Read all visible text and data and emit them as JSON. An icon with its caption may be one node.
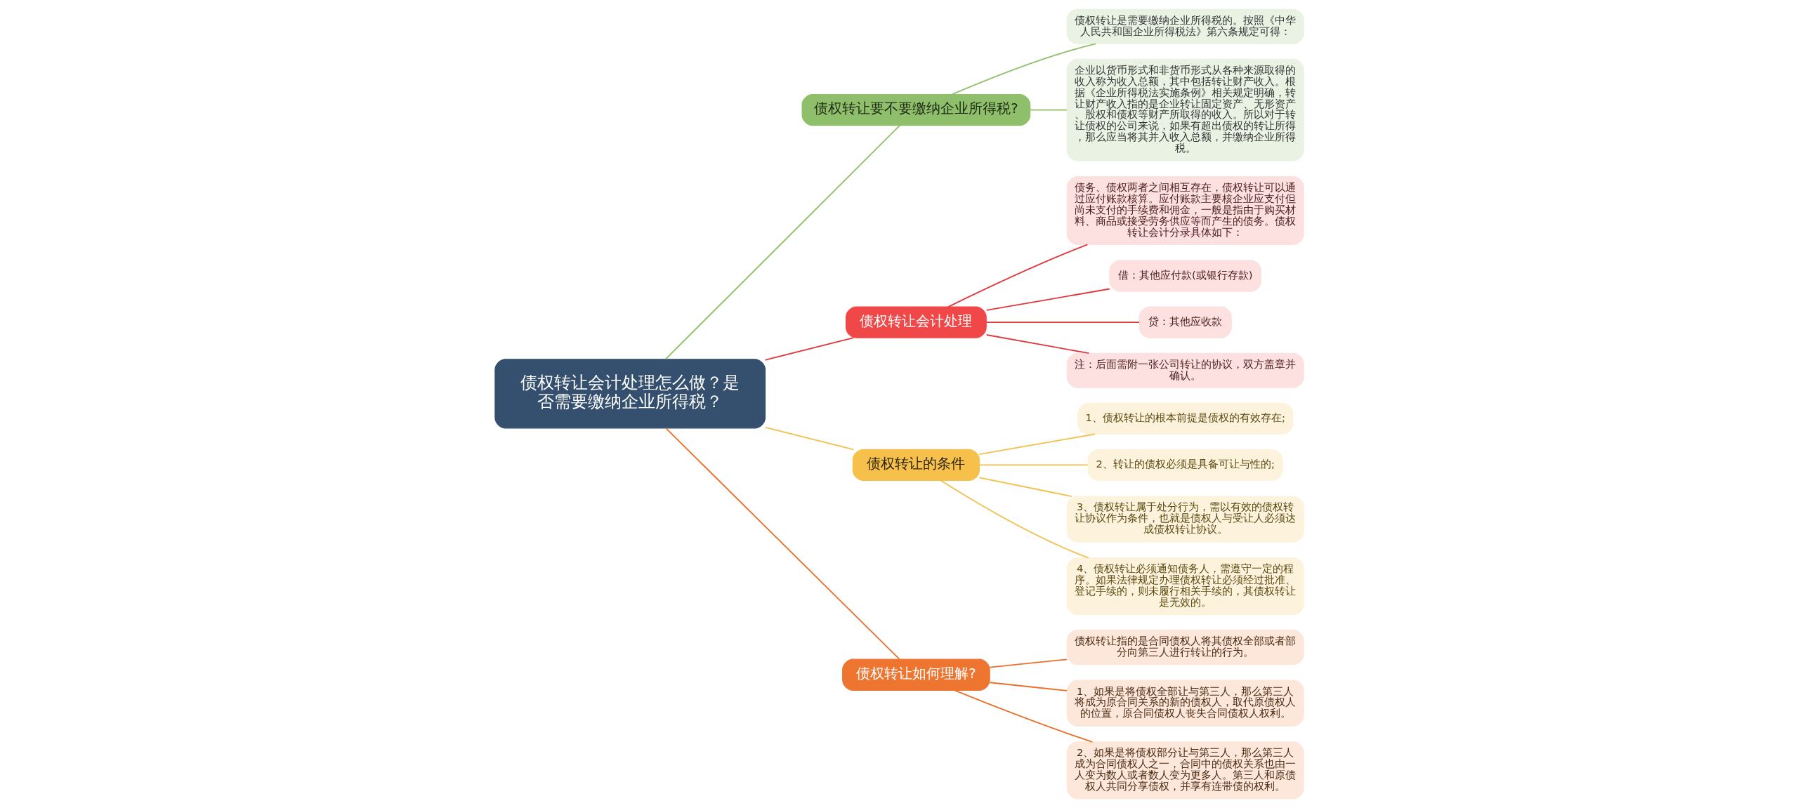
{
  "diagram": {
    "nodes": [
      {
        "text": [
          "债权转让会计处理怎么做？是否需要缴纳企业所得税？"
        ]
      },
      {
        "text": [
          "债权转让要不要缴纳企业所得税?"
        ]
      },
      {
        "text": [
          "债权转让是需要缴纳企业所得税的。按照《中华人民共和国企业所得税法》第六条规定可得："
        ]
      },
      {
        "text": [
          "企业以货币形式和非货币形式从各种来源取得的收入称为收入总额，其中包括转让财产收入。根据《企业所得税法实施条例》相关规定明确，转让财产收入指的是企业转让固定资产、无形资产、股权和债权等财产所取得的收入。所以对于转让债权的公司来说，如果有超出债权的转让所得，那么应当将其并入收入总额，并缴纳企业所得税。"
        ]
      },
      {
        "text": [
          "债权转让会计处理"
        ]
      },
      {
        "text": [
          "债务、债权两者之间相互存在，债权转让可以通过应付账款核算。应付账款主要核企业应支付但尚未支付的手续费和佣金，一般是指由于购买材料、商品或接受劳务供应等而产生的债务。债权转让会计分录具体如下："
        ]
      },
      {
        "text": [
          "借：其他应付款(或银行存款)"
        ]
      },
      {
        "text": [
          "贷：其他应收款"
        ]
      },
      {
        "text": [
          "注：后面需附一张公司转让的协议，双方盖章并确认。"
        ]
      },
      {
        "text": [
          "债权转让的条件"
        ]
      },
      {
        "text": [
          "1、债权转让的根本前提是债权的有效存在;"
        ]
      },
      {
        "text": [
          "2、转让的债权必须是具备可让与性的;"
        ]
      },
      {
        "text": [
          "3、债权转让属于处分行为，需以有效的债权转让协议作为条件，也就是债权人与受让人必须达成债权转让协议。"
        ]
      },
      {
        "text": [
          "4、债权转让必须通知债务人，需遵守一定的程序。如果法律规定办理债权转让必须经过批准、登记手续的，则未履行相关手续的，其债权转让是无效的。"
        ]
      },
      {
        "text": [
          "债权转让如何理解?"
        ]
      },
      {
        "text": [
          "债权转让指的是合同债权人将其债权全部或者部分向第三人进行转让的行为。"
        ]
      },
      {
        "text": [
          "1、如果是将债权全部让与第三人，那么第三人将成为原合同关系的新的债权人，取代原债权人的位置，原合同债权人丧失合同债权人权利。"
        ]
      },
      {
        "text": [
          "2、如果是将债权部分让与第三人，那么第三人成为合同债权人之一，合同中的债权关系也由一人变为数人或者数人变为更多人。第三人和原债权人共同分享债权，并享有连带债的权利。"
        ]
      }
    ],
    "edges": [
      {
        "from": 0,
        "to": 1,
        "arrow": "none",
        "color": "#8fbf6a"
      },
      {
        "from": 1,
        "to": 2,
        "arrow": "none",
        "color": "#8fbf6a"
      },
      {
        "from": 1,
        "to": 3,
        "arrow": "none",
        "color": "#8fbf6a"
      },
      {
        "from": 0,
        "to": 4,
        "arrow": "none",
        "color": "#e0393e"
      },
      {
        "from": 4,
        "to": 5,
        "arrow": "none",
        "color": "#e0393e"
      },
      {
        "from": 4,
        "to": 6,
        "arrow": "none",
        "color": "#e0393e"
      },
      {
        "from": 4,
        "to": 7,
        "arrow": "none",
        "color": "#e0393e"
      },
      {
        "from": 4,
        "to": 8,
        "arrow": "none",
        "color": "#e0393e"
      },
      {
        "from": 0,
        "to": 9,
        "arrow": "none",
        "color": "#f2c04c"
      },
      {
        "from": 9,
        "to": 10,
        "arrow": "none",
        "color": "#f2c04c"
      },
      {
        "from": 9,
        "to": 11,
        "arrow": "none",
        "color": "#f2c04c"
      },
      {
        "from": 9,
        "to": 12,
        "arrow": "none",
        "color": "#f2c04c"
      },
      {
        "from": 9,
        "to": 13,
        "arrow": "none",
        "color": "#f2c04c"
      },
      {
        "from": 0,
        "to": 14,
        "arrow": "none",
        "color": "#e8702a"
      },
      {
        "from": 14,
        "to": 15,
        "arrow": "none",
        "color": "#e8702a"
      },
      {
        "from": 14,
        "to": 16,
        "arrow": "none",
        "color": "#e8702a"
      },
      {
        "from": 14,
        "to": 17,
        "arrow": "none",
        "color": "#e8702a"
      }
    ]
  }
}
